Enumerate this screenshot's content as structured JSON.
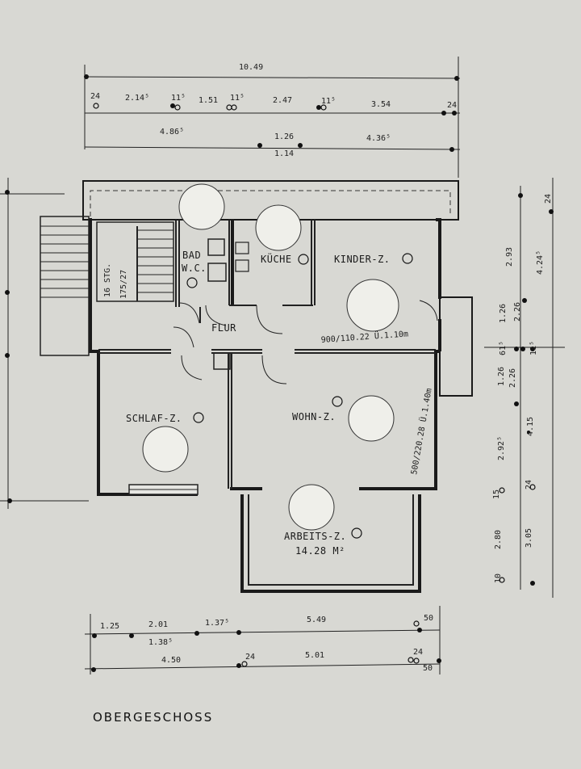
{
  "plan": {
    "title": "OBERGESCHOSS",
    "rooms": [
      {
        "id": "bad",
        "label": "BAD"
      },
      {
        "id": "wc",
        "label": "W.C."
      },
      {
        "id": "kueche",
        "label": "KÜCHE"
      },
      {
        "id": "kinder",
        "label": "KINDER-Z."
      },
      {
        "id": "flur",
        "label": "FLUR"
      },
      {
        "id": "schlaf",
        "label": "SCHLAF-Z."
      },
      {
        "id": "wohn",
        "label": "WOHN-Z."
      },
      {
        "id": "arbeits",
        "label": "ARBEITS-Z."
      },
      {
        "id": "arbeits_area",
        "label": "14.28 M²"
      }
    ],
    "stair": {
      "steps": "16 STG.",
      "ratio": "175/27"
    },
    "window_notes": {
      "kinder": "900/110.22 Ü.1.10m",
      "wohn": "500/220.28 Ü.1.40m"
    },
    "top_dimensions": {
      "row1": [
        "10.49"
      ],
      "row2": [
        "24",
        "2.14⁵",
        "11⁵",
        "1.51",
        "11⁵",
        "2.47",
        "11⁵",
        "3.54",
        "24"
      ],
      "row3": [
        "4.86⁵",
        "1.26",
        "4.36⁵"
      ],
      "row3b": [
        "1.14"
      ]
    },
    "right_dimensions": [
      "24",
      "2.93",
      "4.24⁵",
      "1.26",
      "2.26",
      "61⁵",
      "11⁵",
      "1.26",
      "2.26",
      "2.92⁵",
      "4.15",
      "15",
      "24",
      "2.80",
      "3.05",
      "10"
    ],
    "bottom_dimensions": {
      "row1": [
        "1.25",
        "2.01",
        "1.37⁵",
        "5.49",
        "50"
      ],
      "row1b": [
        "1.38⁵"
      ],
      "row2": [
        "4.50",
        "24",
        "5.01",
        "24",
        "50"
      ]
    }
  }
}
